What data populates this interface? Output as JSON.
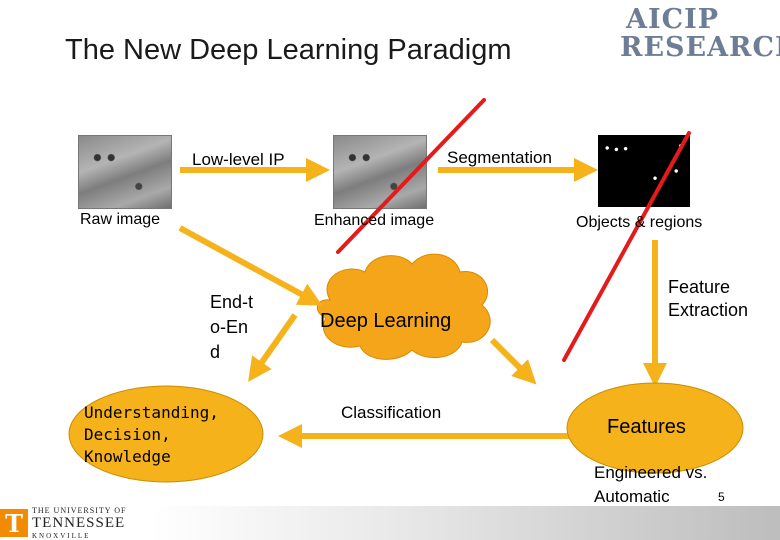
{
  "title": "The New Deep Learning Paradigm",
  "logo": {
    "line1": "AICIP",
    "line2": "RESEARCH"
  },
  "pipeline": {
    "raw_image_label": "Raw image",
    "low_level_ip_label": "Low-level IP",
    "enhanced_image_label": "Enhanced image",
    "segmentation_label": "Segmentation",
    "objects_regions_label": "Objects & regions",
    "feature_extraction_label": "Feature Extraction",
    "features_label": "Features",
    "engineered_label": "Engineered vs. Automatic",
    "classification_label": "Classification",
    "understanding_label": "Understanding, Decision, Knowledge",
    "end_to_end_label": "End-to-End",
    "deep_learning_label": "Deep Learning"
  },
  "footer": {
    "university_line1": "THE UNIVERSITY OF",
    "university_line2": "TENNESSEE",
    "university_line3": "KNOXVILLE",
    "page_number": "5"
  },
  "colors": {
    "orange": "#f5b21a",
    "arrow": "#f5b21a",
    "strike": "#e41b1b",
    "logo": "#6c7d95"
  }
}
